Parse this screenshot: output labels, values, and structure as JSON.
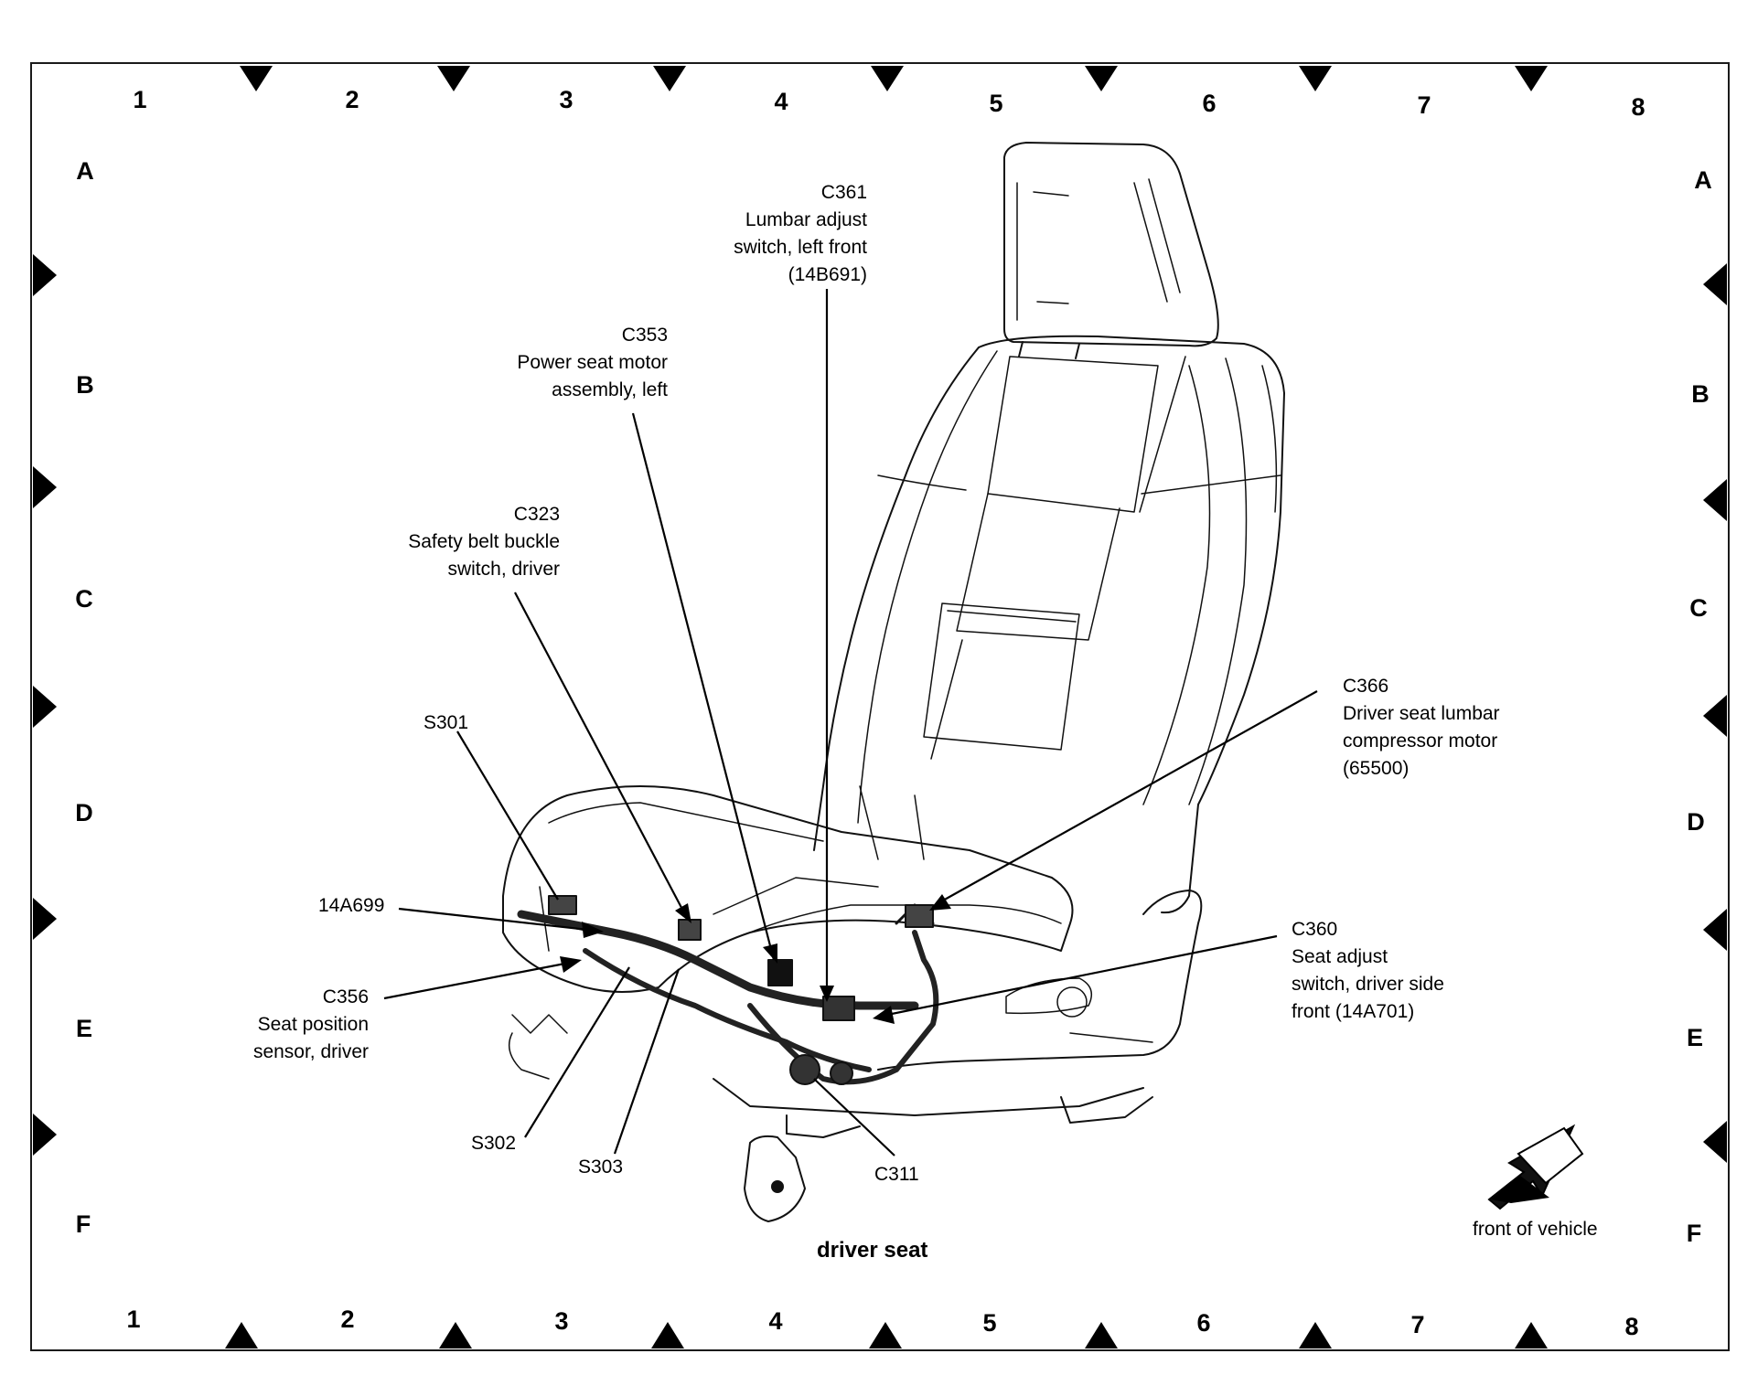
{
  "diagram": {
    "caption": "driver seat",
    "front_indicator": "front of vehicle",
    "grid": {
      "columns": [
        "1",
        "2",
        "3",
        "4",
        "5",
        "6",
        "7",
        "8"
      ],
      "rows": [
        "A",
        "B",
        "C",
        "D",
        "E",
        "F"
      ]
    },
    "callouts": {
      "c361": [
        "C361",
        "Lumbar adjust",
        "switch, left front",
        "(14B691)"
      ],
      "c353": [
        "C353",
        "Power seat motor",
        "assembly, left"
      ],
      "c323": [
        "C323",
        "Safety belt buckle",
        "switch, driver"
      ],
      "c366": [
        "C366",
        "Driver seat lumbar",
        "compressor motor",
        "(65500)"
      ],
      "s301": [
        "S301"
      ],
      "p14a699": [
        "14A699"
      ],
      "c356": [
        "C356",
        "Seat position",
        "sensor, driver"
      ],
      "c360": [
        "C360",
        "Seat adjust",
        "switch, driver side",
        "front (14A701)"
      ],
      "s302": [
        "S302"
      ],
      "s303": [
        "S303"
      ],
      "c311": [
        "C311"
      ]
    },
    "colors": {
      "ink": "#000000",
      "paper": "#ffffff",
      "frame": "#1a1a1a"
    }
  }
}
